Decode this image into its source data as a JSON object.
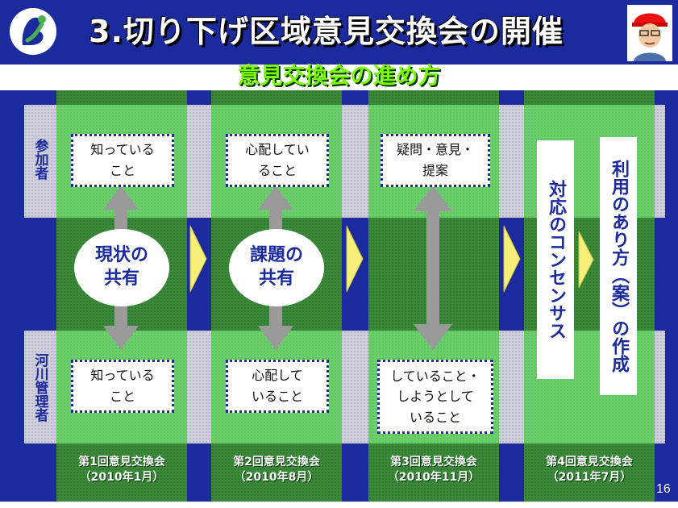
{
  "header": {
    "title": "3.切り下げ区域意見交換会の開催",
    "subtitle": "意見交換会の進め方",
    "page_number": "16"
  },
  "rows": {
    "participants_label": "参加者",
    "river_manager_label": "河川管理者"
  },
  "stages": [
    {
      "top_card": "知っている\nこと",
      "center": "現状の\n共有",
      "bottom_card": "知っている\nこと",
      "footer_title": "第1回意見交換会",
      "footer_date": "（2010年1月）"
    },
    {
      "top_card": "心配してい\nること",
      "center": "課題の\n共有",
      "bottom_card": "心配して\nいること",
      "footer_title": "第2回意見交換会",
      "footer_date": "（2010年8月）"
    },
    {
      "top_card": "疑問・意見・\n提案",
      "bottom_card": "していること・\nしようとして\nいること",
      "footer_title": "第3回意見交換会",
      "footer_date": "（2010年11月）"
    },
    {
      "consensus": "対応のコンセンサス",
      "plan": "利用のあり方（案）の作成",
      "footer_title": "第4回意見交換会",
      "footer_date": "（2011年7月）"
    }
  ],
  "colors": {
    "navy": "#1b2a9c",
    "title_green": "#7CFC00",
    "band_gray": "#cfcfdc",
    "dark_green": "#3a8a3a",
    "light_green": "#6bcf6b",
    "arrow_yellow": "#f6f07a",
    "arrow_gray": "#9a9a9a"
  }
}
